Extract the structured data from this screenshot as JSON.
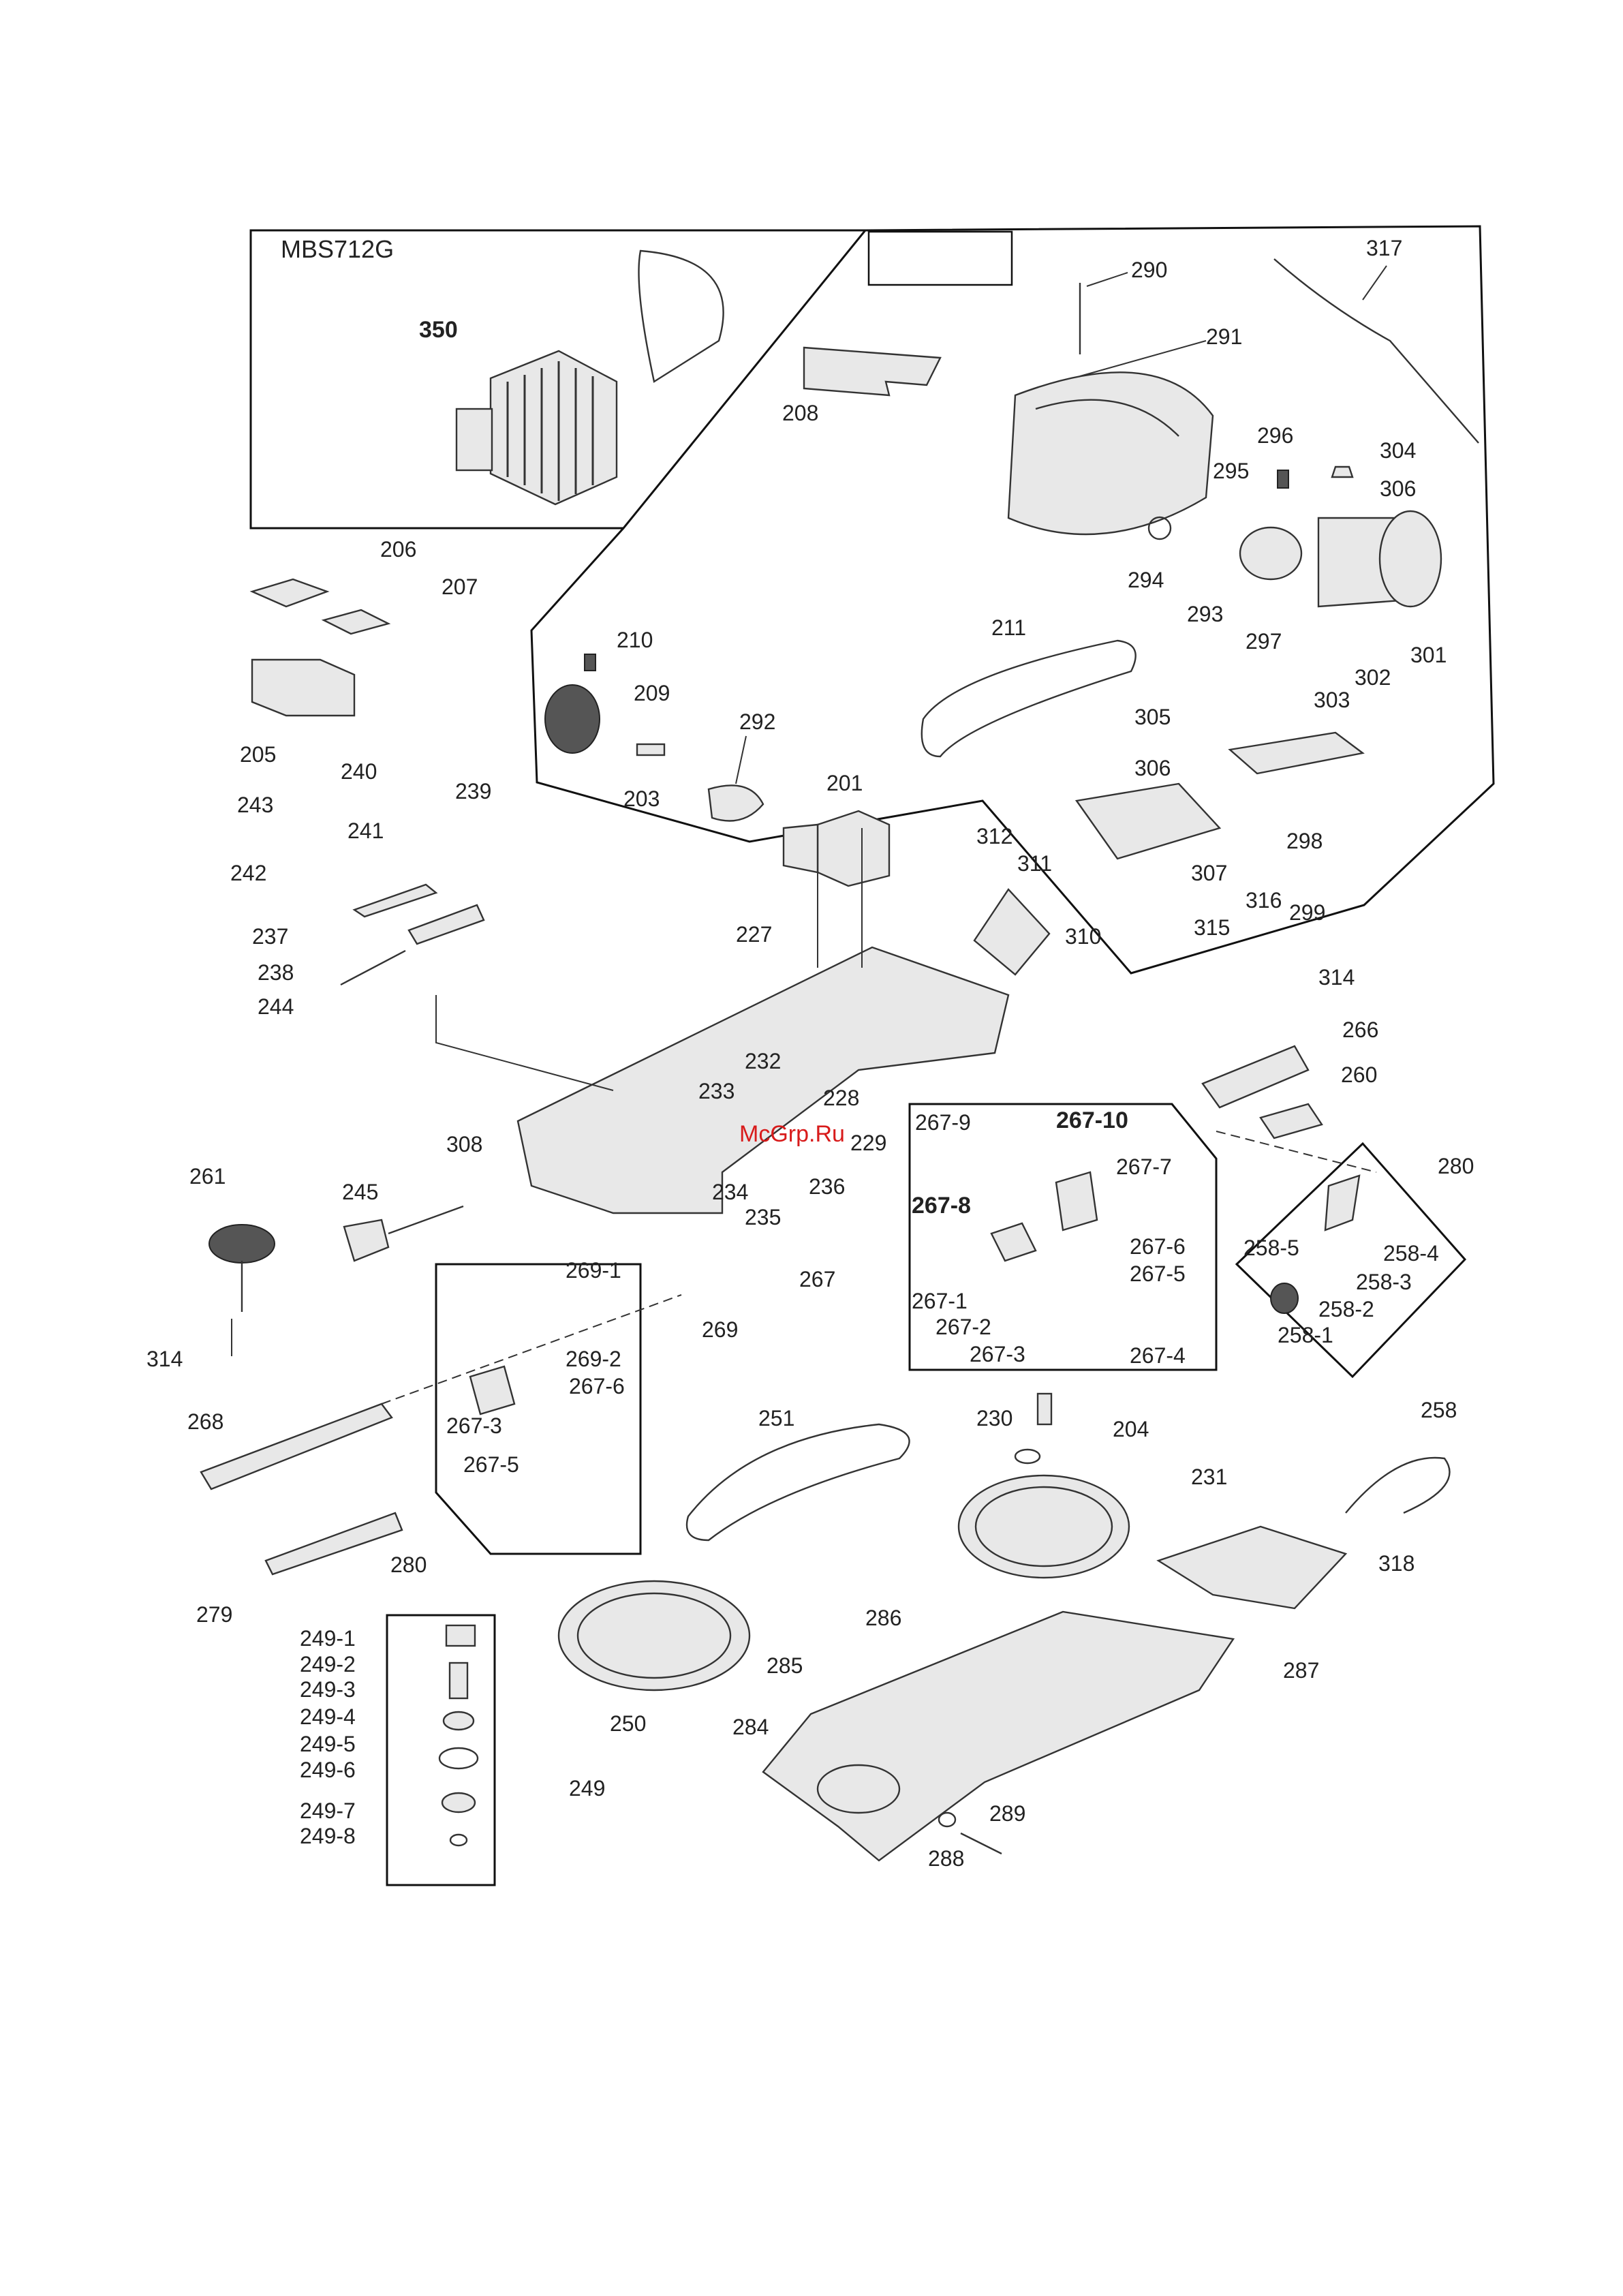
{
  "model_label": "MBS712G",
  "watermark": "McGrp.Ru",
  "callouts": {
    "c350": "350",
    "c290": "290",
    "c291": "291",
    "c317": "317",
    "c208": "208",
    "c296": "296",
    "c295": "295",
    "c304": "304",
    "c306a": "306",
    "c294": "294",
    "c293": "293",
    "c297": "297",
    "c206": "206",
    "c207": "207",
    "c205": "205",
    "c210": "210",
    "c209": "209",
    "c211": "211",
    "c292": "292",
    "c203": "203",
    "c201": "201",
    "c305": "305",
    "c306b": "306",
    "c303": "303",
    "c302": "302",
    "c301": "301",
    "c298": "298",
    "c307": "307",
    "c316": "316",
    "c315": "315",
    "c240": "240",
    "c243": "243",
    "c239": "239",
    "c241": "241",
    "c242": "242",
    "c237": "237",
    "c238": "238",
    "c244": "244",
    "c227": "227",
    "c312": "312",
    "c311": "311",
    "c310": "310",
    "c299": "299",
    "c314a": "314",
    "c266": "266",
    "c260": "260",
    "c232": "232",
    "c233": "233",
    "c228": "228",
    "c229": "229",
    "c234": "234",
    "c235": "235",
    "c236": "236",
    "c308": "308",
    "c245": "245",
    "c261": "261",
    "c267_9": "267-9",
    "c267_10": "267-10",
    "c267_7": "267-7",
    "c267_8": "267-8",
    "c267_6": "267-6",
    "c267_5": "267-5",
    "c267_1": "267-1",
    "c267_2": "267-2",
    "c267_3": "267-3",
    "c267_4": "267-4",
    "c267": "267",
    "c280a": "280",
    "c258_5": "258-5",
    "c258_4": "258-4",
    "c258_3": "258-3",
    "c258_2": "258-2",
    "c258_1": "258-1",
    "c258": "258",
    "c269_1": "269-1",
    "c269": "269",
    "c269_2": "269-2",
    "c267_6b": "267-6",
    "c267_3b": "267-3",
    "c267_5b": "267-5",
    "c314b": "314",
    "c268": "268",
    "c280b": "280",
    "c279": "279",
    "c251": "251",
    "c230": "230",
    "c204": "204",
    "c231": "231",
    "c318": "318",
    "c249_1": "249-1",
    "c249_2": "249-2",
    "c249_3": "249-3",
    "c249_4": "249-4",
    "c249_5": "249-5",
    "c249_6": "249-6",
    "c249_7": "249-7",
    "c249_8": "249-8",
    "c249": "249",
    "c250": "250",
    "c286": "286",
    "c285": "285",
    "c284": "284",
    "c287": "287",
    "c289": "289",
    "c288": "288"
  }
}
